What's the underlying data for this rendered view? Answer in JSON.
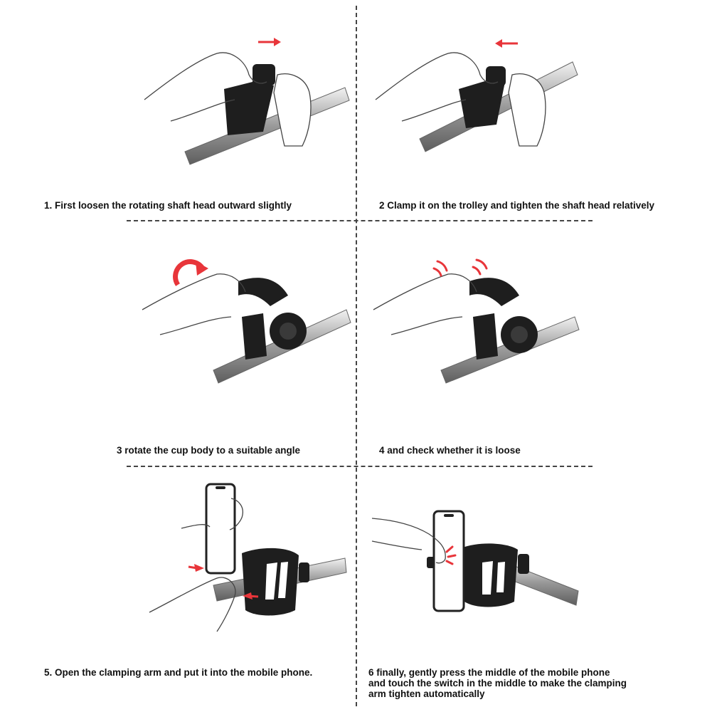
{
  "steps": [
    {
      "number": "1",
      "caption": "1. First loosen the rotating shaft head outward slightly",
      "arrow_direction": "right"
    },
    {
      "number": "2",
      "caption": "2 Clamp it on the trolley and tighten the shaft head relatively",
      "arrow_direction": "left"
    },
    {
      "number": "3",
      "caption": "3 rotate the cup body to a suitable angle",
      "arrow_direction": "clockwise"
    },
    {
      "number": "4",
      "caption": "4 and check whether it is loose",
      "arrow_direction": "shake"
    },
    {
      "number": "5",
      "caption": "5. Open the clamping arm and put it into the mobile phone.",
      "arrow_direction": "inward"
    },
    {
      "number": "6",
      "caption_lines": [
        "6 finally, gently press the middle of the mobile phone",
        "and touch the switch in the middle to make the clamping",
        "arm tighten automatically"
      ],
      "arrow_direction": "press"
    }
  ],
  "colors": {
    "accent_red": "#e8353a",
    "line": "#444444",
    "holder": "#1e1e1e",
    "bar": "#8a8a8a",
    "bar_light": "#d6d6d6"
  }
}
